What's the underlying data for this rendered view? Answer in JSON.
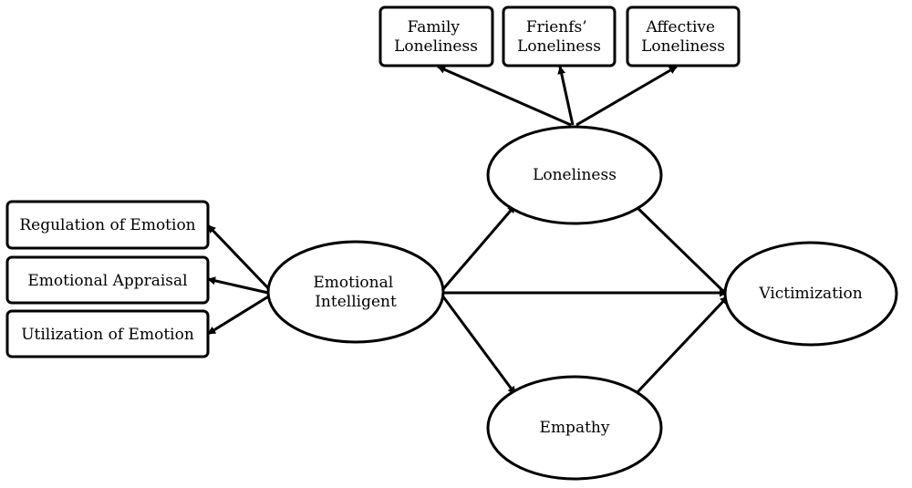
{
  "diagram": {
    "latent": {
      "emotional_intelligent": [
        "Emotional",
        "Intelligent"
      ],
      "loneliness": [
        "Loneliness"
      ],
      "empathy": [
        "Empathy"
      ],
      "victimization": [
        "Victimization"
      ]
    },
    "indicators": {
      "regulation": [
        "Regulation of Emotion"
      ],
      "appraisal": [
        "Emotional Appraisal"
      ],
      "utilization": [
        "Utilization of Emotion"
      ],
      "family": [
        "Family",
        "Loneliness"
      ],
      "friends": [
        "Frienfs’",
        "Loneliness"
      ],
      "affective": [
        "Affective",
        "Loneliness"
      ]
    },
    "paths": [
      {
        "from": "emotional_intelligent",
        "to": "regulation"
      },
      {
        "from": "emotional_intelligent",
        "to": "appraisal"
      },
      {
        "from": "emotional_intelligent",
        "to": "utilization"
      },
      {
        "from": "loneliness",
        "to": "family"
      },
      {
        "from": "loneliness",
        "to": "friends"
      },
      {
        "from": "loneliness",
        "to": "affective"
      },
      {
        "from": "emotional_intelligent",
        "to": "loneliness"
      },
      {
        "from": "emotional_intelligent",
        "to": "empathy"
      },
      {
        "from": "emotional_intelligent",
        "to": "victimization"
      },
      {
        "from": "loneliness",
        "to": "victimization"
      },
      {
        "from": "empathy",
        "to": "victimization"
      }
    ]
  }
}
